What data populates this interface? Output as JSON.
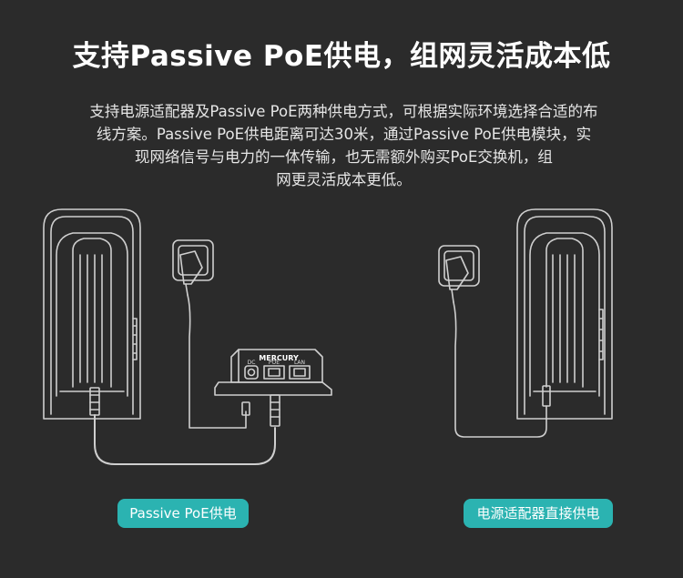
{
  "title": "支持Passive PoE供电，组网灵活成本低",
  "description": {
    "line1": "支持电源适配器及Passive PoE两种供电方式，可根据实际环境选择合适的布",
    "line2": "线方案。Passive PoE供电距离可达30米，通过Passive PoE供电模块，实",
    "line3": "现网络信号与电力的一体传输，也无需额外购买PoE交换机，组",
    "line4": "网更灵活成本更低。"
  },
  "illustration": {
    "poe_module": {
      "brand": "MERCURY",
      "port_dc": "DC",
      "port_poe": "POE",
      "port_lan": "LAN"
    }
  },
  "labels": {
    "left": "Passive PoE供电",
    "right": "电源适配器直接供电"
  },
  "colors": {
    "background": "#2b2b2b",
    "accent": "#2bb3b1",
    "line_art": "#cfcfcf"
  }
}
